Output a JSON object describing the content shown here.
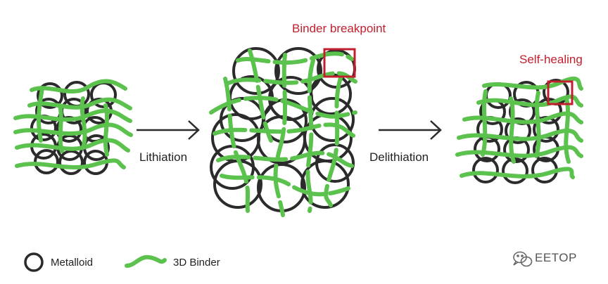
{
  "diagram": {
    "steps": {
      "lithiation": "Lithiation",
      "delithiation": "Delithiation"
    },
    "callouts": {
      "breakpoint": "Binder breakpoint",
      "self_healing": "Self-healing"
    },
    "legend": {
      "metalloid": "Metalloid",
      "binder": "3D Binder"
    },
    "watermark": "EETOP",
    "colors": {
      "particle_stroke": "#2b2b2b",
      "binder": "#5cc24e",
      "callout": "#c21f2e"
    }
  }
}
